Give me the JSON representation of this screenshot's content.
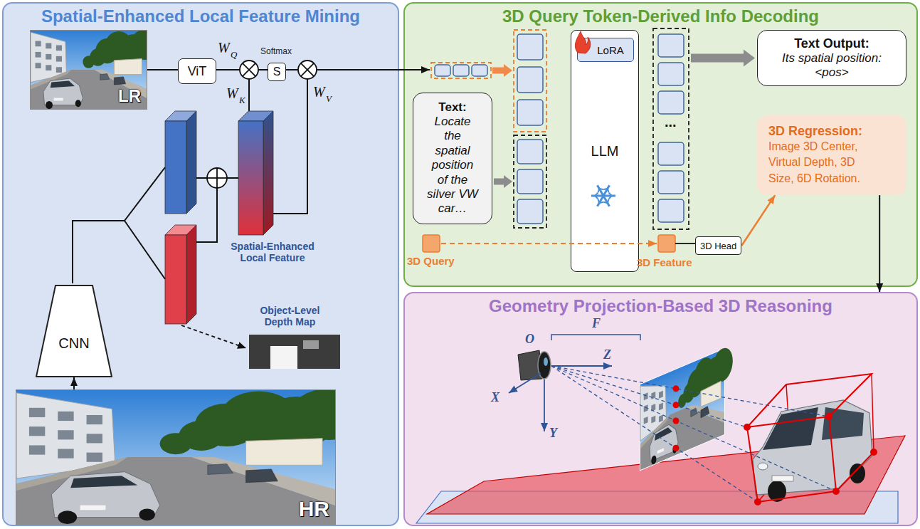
{
  "diagram": {
    "nodes": [
      {
        "text": [
          "Spatial-Enhanced Local Feature Mining"
        ]
      },
      {
        "text": [
          "LR"
        ],
        "in": 0
      },
      {
        "text": [
          "ViT"
        ],
        "in": 0
      },
      {
        "text": [
          "S"
        ],
        "in": 0
      },
      {
        "text": [
          "CNN"
        ],
        "in": 0
      },
      {
        "text": [
          "HR"
        ],
        "in": 0
      },
      {
        "text": [
          "3D Query Token-Derived Info Decoding"
        ]
      },
      {
        "text": [
          "Text:",
          "Locate the spatial position of the silver VW car…"
        ],
        "in": 6
      },
      {
        "text": [
          "LLM"
        ],
        "in": 6
      },
      {
        "text": [
          "LoRA"
        ],
        "in": 8
      },
      {
        "text": [
          "Text Output:",
          "Its spatial position: <pos>"
        ],
        "in": 6
      },
      {
        "text": [
          "3D Regression:",
          "Image 3D Center, Virtual Depth, 3D Size, 6D Rotation."
        ],
        "in": 6
      },
      {
        "text": [
          "3D Head"
        ],
        "in": 6
      },
      {
        "text": [
          "Geometry Projection-Based 3D Reasoning"
        ]
      }
    ],
    "edges": [
      {
        "from": 1,
        "to": 2,
        "arrow": "none"
      },
      {
        "from": 5,
        "to": 4,
        "arrow": "to"
      },
      {
        "from": 12,
        "to": 11,
        "arrow": "to"
      },
      {
        "from": 11,
        "to": 13,
        "arrow": "to"
      }
    ],
    "labels": [
      "W",
      "Q",
      "Softmax",
      "W",
      "K",
      "W",
      "V",
      "Spatial-Enhanced Local Feature",
      "Object-Level Depth Map",
      "3D Query",
      "...",
      "3D Feature",
      "O",
      "F",
      "X",
      "Y",
      "Z"
    ]
  }
}
